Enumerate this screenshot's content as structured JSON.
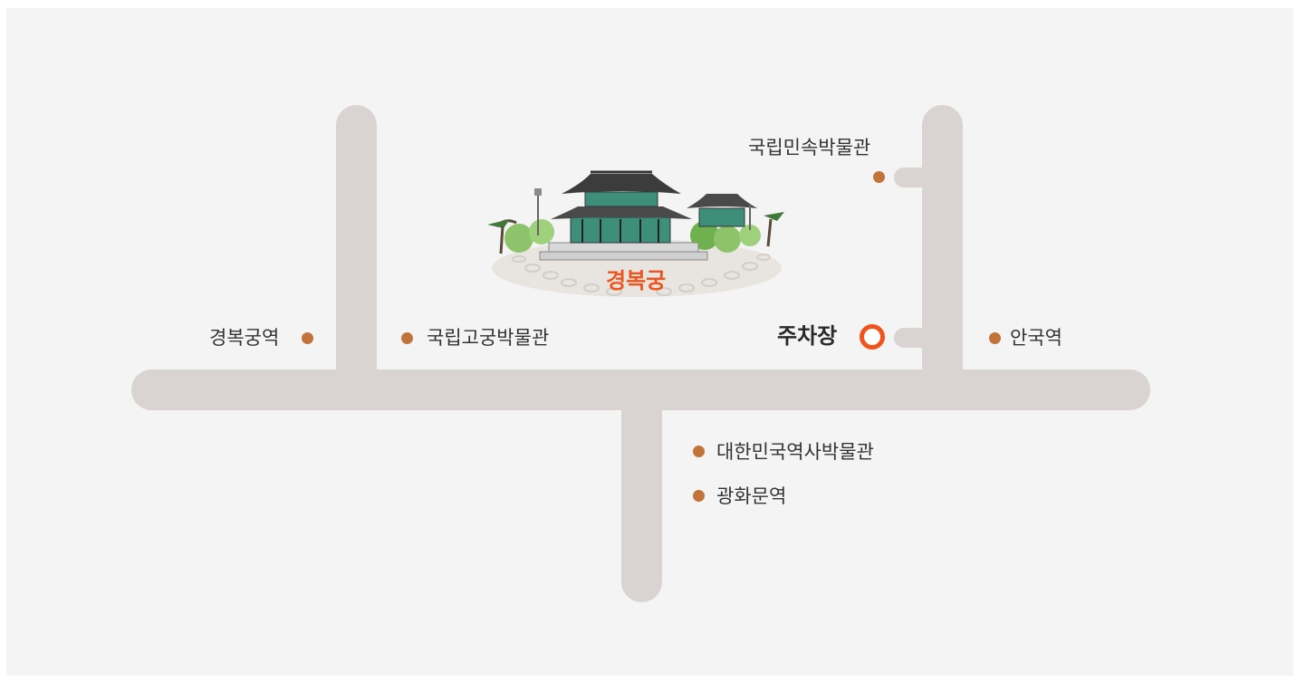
{
  "map": {
    "palace": {
      "name": "경복궁"
    },
    "parking": {
      "label": "주차장",
      "marker_color": "#f0541c"
    },
    "poi_color": "#c2733a",
    "road_color": "#d9d4d1",
    "places": {
      "folk_museum": "국립민속박물관",
      "gyeongbokgung_station": "경복궁역",
      "palace_museum": "국립고궁박물관",
      "anguk_station": "안국역",
      "history_museum": "대한민국역사박물관",
      "gwanghwamun_station": "광화문역"
    }
  }
}
